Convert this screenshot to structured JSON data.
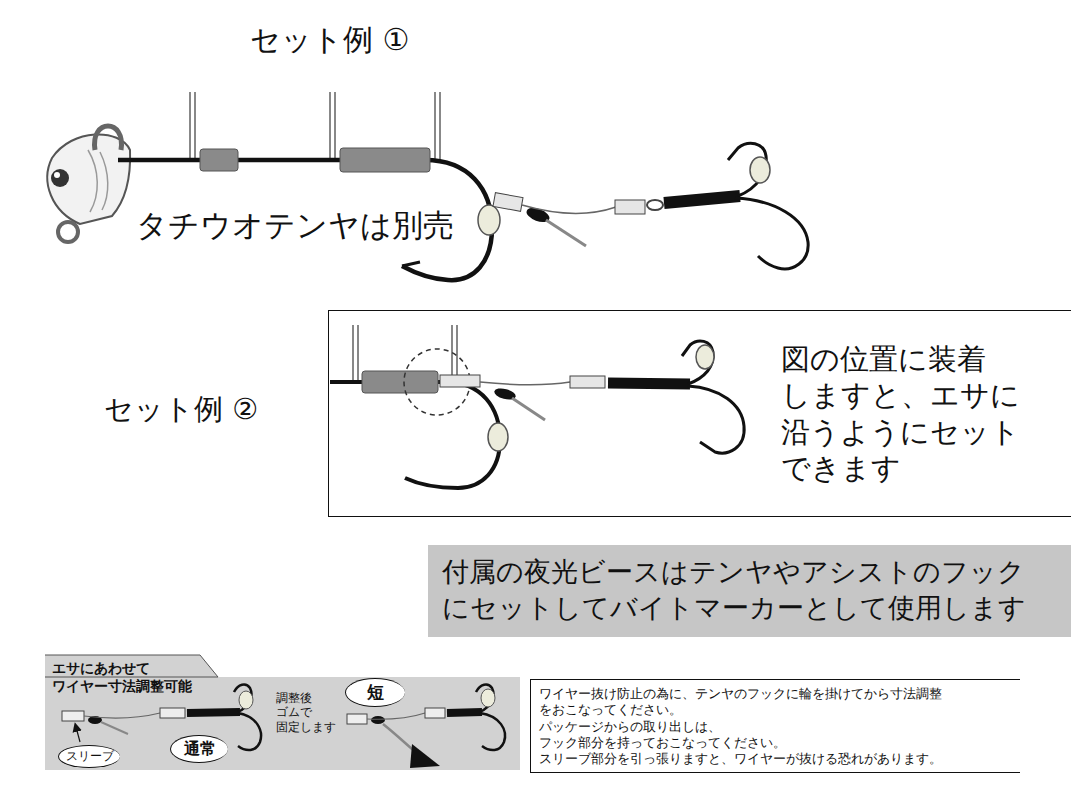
{
  "diagram": {
    "nodes": [
      {
        "text": [
          "図の位置に装着 しますと、エサに 沿うようにセット できます"
        ]
      },
      {
        "text": [
          "付属の夜光ビースはテンヤやアシストのフック にセットしてバイトマーカーとして使用します"
        ]
      },
      {
        "text": [
          "エサにあわせて ワイヤー寸法調整可能"
        ]
      },
      {
        "text": [
          "スリーブ"
        ],
        "in": 2
      },
      {
        "text": [
          "通常"
        ],
        "in": 2
      },
      {
        "text": [
          "短"
        ],
        "in": 2
      },
      {
        "text": [
          "ワイヤー抜け防止の為に、テンヤのフックに輪を掛けてから寸法調整 をおこなってください。",
          "パッケージからの取り出しは、フック部分を持っておこなってください。",
          "スリーブ部分を引っ張りますと、ワイヤーが抜ける恐れがあります。"
        ]
      }
    ],
    "labels": [
      "セット例 ①",
      "タチウオテンヤは別売",
      "セット例 ②",
      "調整後 ゴムで 固定します"
    ]
  }
}
